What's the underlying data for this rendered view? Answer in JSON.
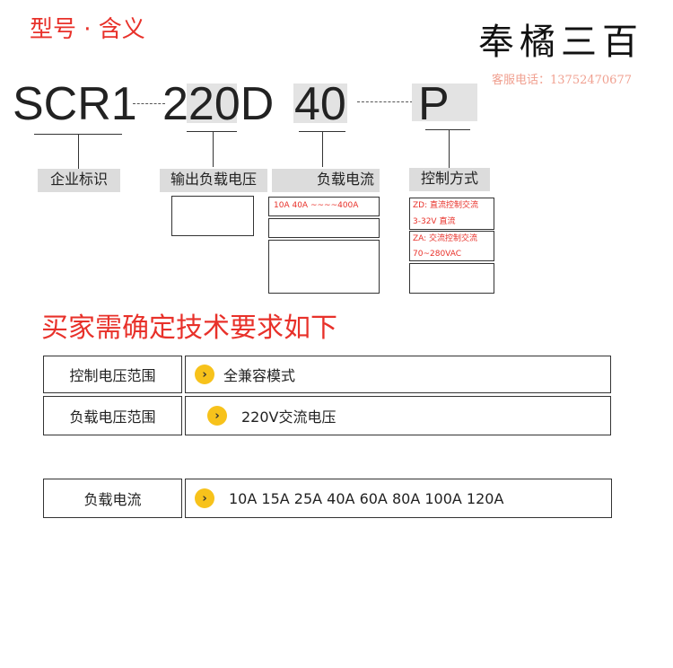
{
  "header": {
    "title": "型号 · 含义"
  },
  "brand": {
    "name": "奉橘三百",
    "contact": "客服电话：13752470677"
  },
  "model": {
    "part1": "SCR1",
    "part2": "220D",
    "part3": "40",
    "part4": "P"
  },
  "labels": {
    "enterprise": "企业标识",
    "output_voltage": "输出负载电压",
    "load_current": "负载电流",
    "control_mode": "控制方式"
  },
  "current_box": {
    "range": "10A  40A ~~~~400A"
  },
  "control_box": {
    "zd_line1": "ZD: 直流控制交流",
    "zd_line2": "3-32V  直流",
    "za_line1": "ZA: 交流控制交流",
    "za_line2": "70~280VAC"
  },
  "requirements": {
    "title": "买家需确定技术要求如下",
    "rows": [
      {
        "label": "控制电压范围",
        "value": "全兼容模式"
      },
      {
        "label": "负载电压范围",
        "value": "220V交流电压"
      },
      {
        "label": "负载电流",
        "value": "10A 15A 25A 40A 60A 80A 100A 120A"
      }
    ]
  },
  "colors": {
    "accent_red": "#e8312a",
    "arrow_yellow": "#f7c21b",
    "label_gray": "#dcdcdc"
  }
}
